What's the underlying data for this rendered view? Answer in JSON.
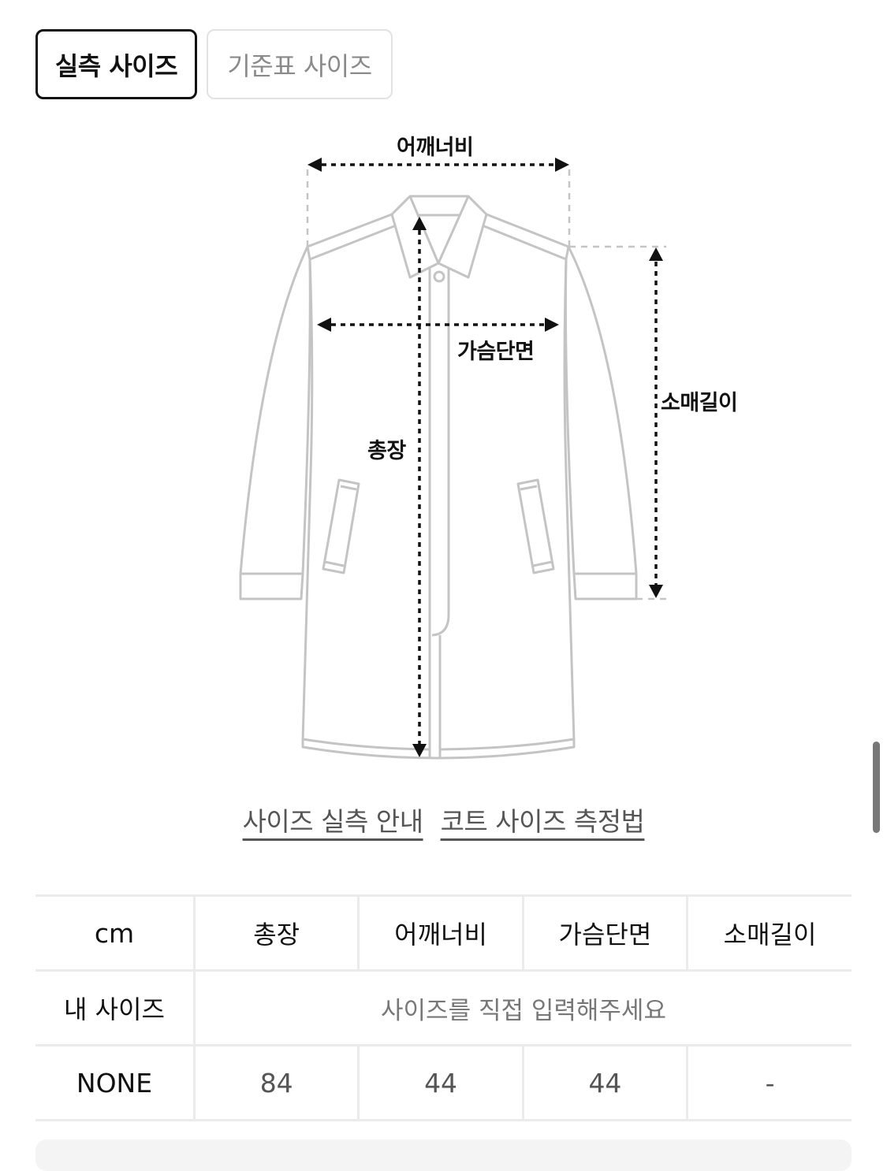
{
  "tabs": [
    {
      "label": "실측 사이즈",
      "active": true
    },
    {
      "label": "기준표 사이즈",
      "active": false
    }
  ],
  "diagram": {
    "garment": "coat",
    "labels": {
      "shoulder": "어깨너비",
      "chest": "가슴단면",
      "sleeve": "소매길이",
      "length": "총장"
    }
  },
  "links": [
    {
      "label": "사이즈 실측 안내"
    },
    {
      "label": "코트 사이즈 측정법"
    }
  ],
  "size_table": {
    "unit_header": "cm",
    "columns": [
      "총장",
      "어깨너비",
      "가슴단면",
      "소매길이"
    ],
    "my_size": {
      "label": "내 사이즈",
      "placeholder": "사이즈를 직접 입력해주세요"
    },
    "rows": [
      {
        "size": "NONE",
        "values": [
          "84",
          "44",
          "44",
          "-"
        ]
      }
    ]
  }
}
